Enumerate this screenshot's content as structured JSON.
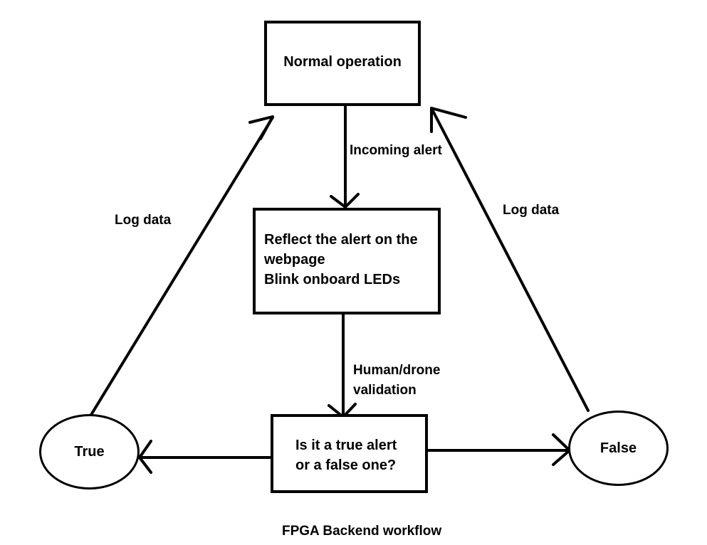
{
  "diagram": {
    "nodes": {
      "normal_operation": "Normal operation",
      "reflect_alert": {
        "lines": [
          "Reflect the alert on the",
          "webpage",
          "Blink onboard LEDs"
        ]
      },
      "decision": {
        "lines": [
          "Is it a true alert",
          "or a false one?"
        ]
      },
      "true_state": "True",
      "false_state": "False"
    },
    "edges": {
      "incoming_alert": "Incoming alert",
      "validation": {
        "lines": [
          "Human/drone",
          "validation"
        ]
      },
      "log_data_left": "Log data",
      "log_data_right": "Log data"
    },
    "caption": "FPGA Backend workflow"
  }
}
